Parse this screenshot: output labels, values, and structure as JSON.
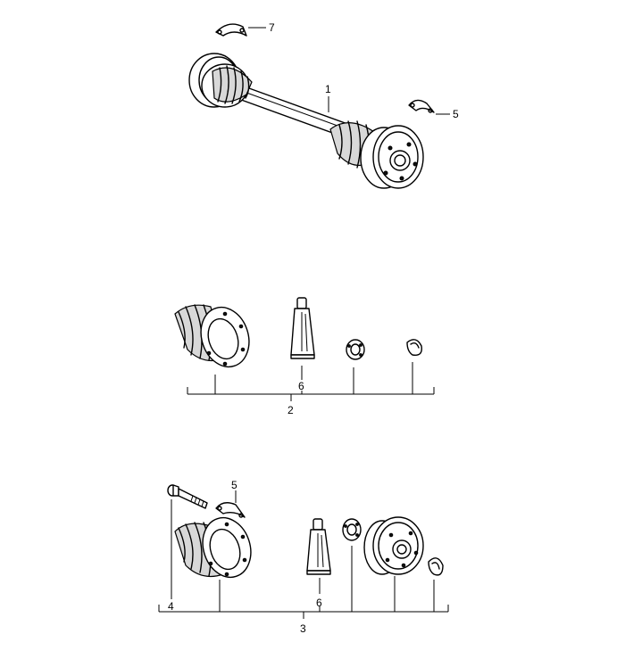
{
  "callouts": {
    "c1": "1",
    "c2": "2",
    "c3": "3",
    "c4": "4",
    "c5_top": "5",
    "c5_bottom": "5",
    "c6_middle": "6",
    "c6_bottom": "6",
    "c7": "7"
  }
}
